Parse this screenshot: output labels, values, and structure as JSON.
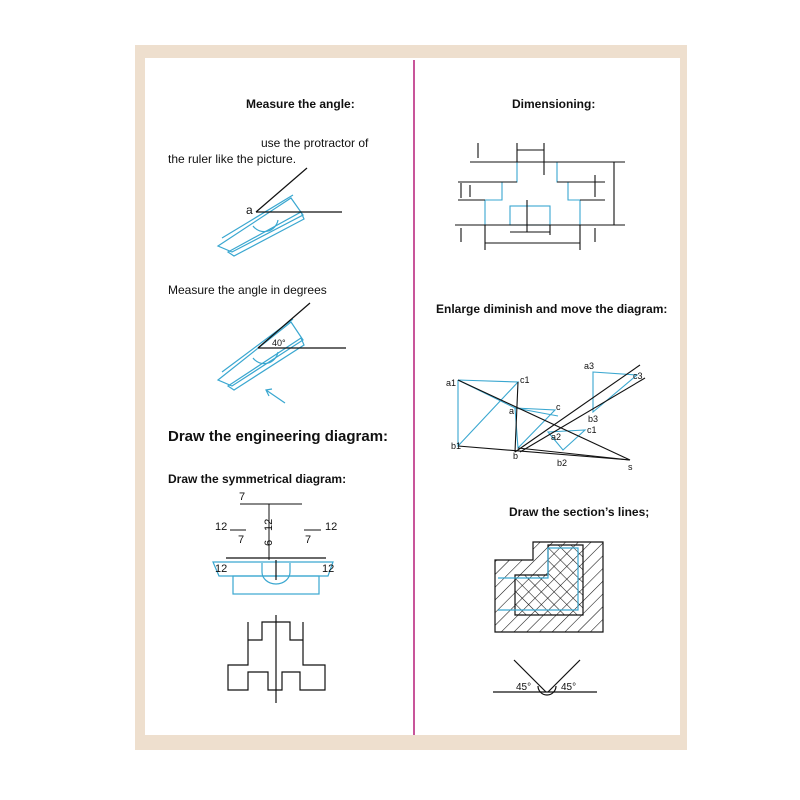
{
  "left": {
    "measure_heading": "Measure the angle:",
    "instruction_line1": "use the protractor of",
    "instruction_line2": "the ruler like the picture.",
    "angle_label_a": "a",
    "measure_degrees_text": "Measure the angle in degrees",
    "angle_value": "40°",
    "engineering_heading": "Draw the engineering diagram:",
    "symmetrical_heading": "Draw the symmetrical diagram:",
    "dims": {
      "top_7": "7",
      "vertical_12": "12",
      "vertical_6": "6",
      "left_12": "12",
      "left_7": "7",
      "right_12": "12",
      "right_7": "7",
      "ruler_left_12": "12",
      "ruler_right_12": "12"
    }
  },
  "right": {
    "dimensioning_heading": "Dimensioning:",
    "enlarge_heading": "Enlarge diminish and move the diagram:",
    "points": {
      "a1": "a1",
      "c1_top": "c1",
      "a3": "a3",
      "c3": "c3",
      "a": "a",
      "c": "c",
      "b3": "b3",
      "c1_mid": "c1",
      "a2": "a2",
      "b1": "b1",
      "b": "b",
      "b2": "b2",
      "s": "s"
    },
    "section_heading": "Draw the section’s lines;",
    "angle_left": "45°",
    "angle_right": "45°"
  },
  "colors": {
    "frame": "#eedfce",
    "divider": "#c8559a",
    "ruler_blue": "#3aa7d0",
    "ink": "#111111"
  }
}
